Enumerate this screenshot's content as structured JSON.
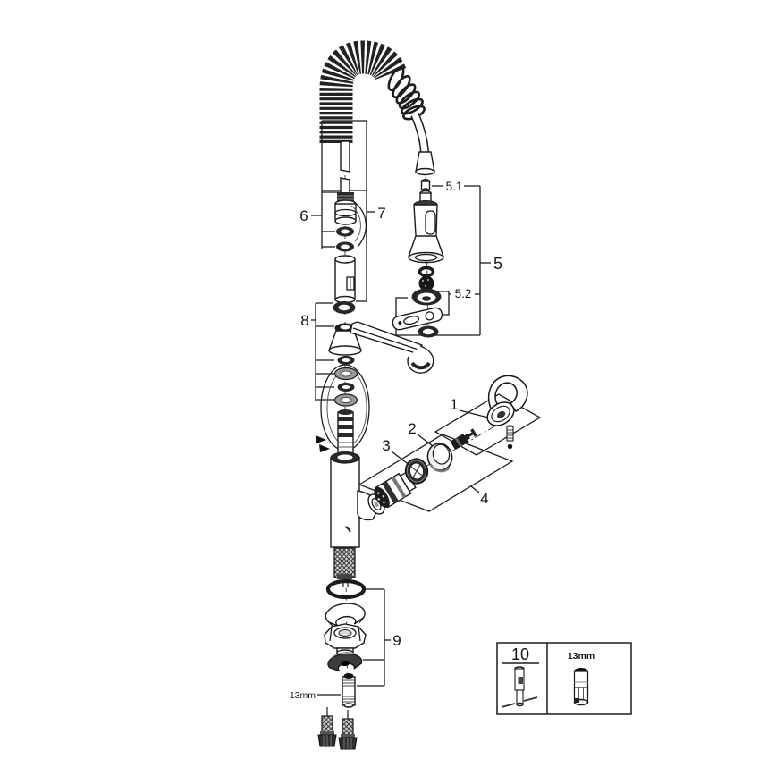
{
  "diagram": {
    "background": "#ffffff",
    "line_color": "#1b1b1b",
    "dark_fill": "#262626",
    "callouts": {
      "c1": "1",
      "c2": "2",
      "c3": "3",
      "c4": "4",
      "c5": "5",
      "c5_1": "5.1",
      "c5_2": "5.2",
      "c6": "6",
      "c7": "7",
      "c8": "8",
      "c9": "9"
    },
    "annotations": {
      "stud_wrench_size": "13mm"
    },
    "legend": {
      "tool_number": "10",
      "socket_size": "13mm"
    }
  }
}
